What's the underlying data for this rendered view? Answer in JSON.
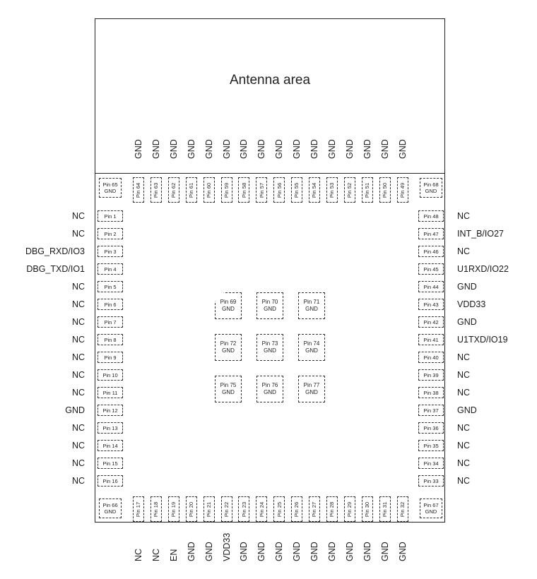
{
  "antenna_label": "Antenna area",
  "top_antenna_labels": [
    "GND",
    "GND",
    "GND",
    "GND",
    "GND",
    "GND",
    "GND",
    "GND",
    "GND",
    "GND",
    "GND",
    "GND",
    "GND",
    "GND",
    "GND",
    "GND"
  ],
  "top_pads": [
    "Pin 64",
    "Pin 63",
    "Pin 62",
    "Pin 61",
    "Pin 60",
    "Pin 59",
    "Pin 58",
    "Pin 57",
    "Pin 56",
    "Pin 55",
    "Pin 54",
    "Pin 53",
    "Pin 52",
    "Pin 51",
    "Pin 50",
    "Pin 49"
  ],
  "bottom_pads": [
    "Pin 17",
    "Pin 18",
    "Pin 19",
    "Pin 20",
    "Pin 21",
    "Pin 22",
    "Pin 23",
    "Pin 24",
    "Pin 25",
    "Pin 26",
    "Pin 27",
    "Pin 28",
    "Pin 29",
    "Pin 30",
    "Pin 31",
    "Pin 32"
  ],
  "bottom_labels": [
    "NC",
    "NC",
    "EN",
    "GND",
    "GND",
    "VDD33",
    "GND",
    "GND",
    "GND",
    "GND",
    "GND",
    "GND",
    "GND",
    "GND",
    "GND",
    "GND"
  ],
  "corner_pads": {
    "top_left": {
      "pin": "Pin 65",
      "net": "GND"
    },
    "top_right": {
      "pin": "Pin 68",
      "net": "GND"
    },
    "bottom_left": {
      "pin": "Pin 66",
      "net": "GND"
    },
    "bottom_right": {
      "pin": "Pin 67",
      "net": "GND"
    }
  },
  "left_pads": [
    {
      "pin": "Pin 1",
      "net": "NC"
    },
    {
      "pin": "Pin 2",
      "net": "NC"
    },
    {
      "pin": "Pin 3",
      "net": "DBG_RXD/IO3"
    },
    {
      "pin": "Pin 4",
      "net": "DBG_TXD/IO1"
    },
    {
      "pin": "Pin 5",
      "net": "NC"
    },
    {
      "pin": "Pin 6",
      "net": "NC"
    },
    {
      "pin": "Pin 7",
      "net": "NC"
    },
    {
      "pin": "Pin 8",
      "net": "NC"
    },
    {
      "pin": "Pin 9",
      "net": "NC"
    },
    {
      "pin": "Pin 10",
      "net": "NC"
    },
    {
      "pin": "Pin 11",
      "net": "NC"
    },
    {
      "pin": "Pin 12",
      "net": "GND"
    },
    {
      "pin": "Pin 13",
      "net": "NC"
    },
    {
      "pin": "Pin 14",
      "net": "NC"
    },
    {
      "pin": "Pin 15",
      "net": "NC"
    },
    {
      "pin": "Pin 16",
      "net": "NC"
    }
  ],
  "right_pads": [
    {
      "pin": "Pin 48",
      "net": "NC"
    },
    {
      "pin": "Pin 47",
      "net": "INT_B/IO27"
    },
    {
      "pin": "Pin 46",
      "net": "NC"
    },
    {
      "pin": "Pin 45",
      "net": "U1RXD/IO22"
    },
    {
      "pin": "Pin 44",
      "net": "GND"
    },
    {
      "pin": "Pin 43",
      "net": "VDD33"
    },
    {
      "pin": "Pin 42",
      "net": "GND"
    },
    {
      "pin": "Pin 41",
      "net": "U1TXD/IO19"
    },
    {
      "pin": "Pin 40",
      "net": "NC"
    },
    {
      "pin": "Pin 39",
      "net": "NC"
    },
    {
      "pin": "Pin 38",
      "net": "NC"
    },
    {
      "pin": "Pin 37",
      "net": "GND"
    },
    {
      "pin": "Pin 36",
      "net": "NC"
    },
    {
      "pin": "Pin 35",
      "net": "NC"
    },
    {
      "pin": "Pin 34",
      "net": "NC"
    },
    {
      "pin": "Pin 33",
      "net": "NC"
    }
  ],
  "center_pads": [
    {
      "pin": "Pin 69",
      "net": "GND"
    },
    {
      "pin": "Pin 70",
      "net": "GND"
    },
    {
      "pin": "Pin 71",
      "net": "GND"
    },
    {
      "pin": "Pin 72",
      "net": "GND"
    },
    {
      "pin": "Pin 73",
      "net": "GND"
    },
    {
      "pin": "Pin 74",
      "net": "GND"
    },
    {
      "pin": "Pin 75",
      "net": "GND"
    },
    {
      "pin": "Pin 76",
      "net": "GND"
    },
    {
      "pin": "Pin 77",
      "net": "GND"
    }
  ]
}
